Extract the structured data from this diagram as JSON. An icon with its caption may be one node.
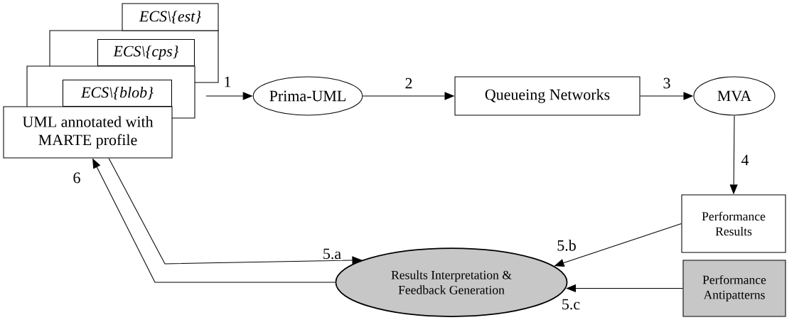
{
  "diagram": {
    "nodes": [
      {
        "text": [],
        "shape": "box"
      },
      {
        "text": [
          "ECS\\{est}"
        ]
      },
      {
        "text": [],
        "shape": "box"
      },
      {
        "text": [
          "ECS\\{cps}"
        ],
        "in": 0
      },
      {
        "text": [
          "ECS\\{blob}"
        ],
        "in": 2
      },
      {
        "text": [
          "UML annotated with MARTE profile"
        ]
      },
      {
        "text": [
          "Prima-UML"
        ]
      },
      {
        "text": [
          "Queueing Networks"
        ]
      },
      {
        "text": [
          "MVA"
        ]
      },
      {
        "text": [
          "Performance Results"
        ]
      },
      {
        "text": [
          "Results Interpretation & Feedback Generation"
        ]
      },
      {
        "text": [
          "Performance Antipatterns"
        ]
      }
    ],
    "edges": [
      {
        "from": null,
        "to": 6,
        "arrow": "to",
        "label": "1"
      },
      {
        "from": 6,
        "to": 7,
        "arrow": "to",
        "label": "2"
      },
      {
        "from": 7,
        "to": 8,
        "arrow": "to",
        "label": "3"
      },
      {
        "from": 8,
        "to": 9,
        "arrow": "to",
        "label": "4"
      },
      {
        "from": 5,
        "to": 10,
        "arrow": "to",
        "label": "5.a"
      },
      {
        "from": 9,
        "to": 10,
        "arrow": "to",
        "label": "5.b"
      },
      {
        "from": 11,
        "to": 10,
        "arrow": "to",
        "label": "5.c"
      },
      {
        "from": 10,
        "to": 5,
        "arrow": "to",
        "label": "6"
      }
    ]
  }
}
